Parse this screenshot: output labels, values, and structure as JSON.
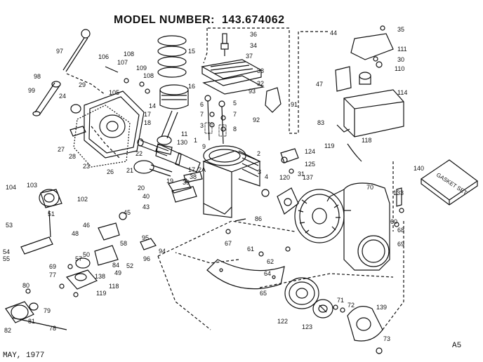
{
  "header": {
    "label": "MODEL NUMBER:",
    "model": "143.674062"
  },
  "footer": {
    "date": "MAY, 1977",
    "code": "A5"
  },
  "manual_label": "GASKET SET",
  "callouts": [
    "97",
    "98",
    "99",
    "24",
    "29",
    "106",
    "107",
    "108",
    "109",
    "108",
    "105",
    "15",
    "16",
    "14",
    "17",
    "18",
    "6",
    "7",
    "3",
    "7",
    "8",
    "5",
    "11",
    "130",
    "1",
    "9",
    "2",
    "22",
    "21",
    "23",
    "26",
    "27",
    "28",
    "36",
    "34",
    "37",
    "33",
    "32",
    "93",
    "91",
    "92",
    "44",
    "35",
    "111",
    "30",
    "110",
    "47",
    "114",
    "83",
    "119",
    "118",
    "124",
    "125",
    "31",
    "120",
    "4",
    "3",
    "17",
    "2A",
    "38",
    "39",
    "19",
    "20",
    "40",
    "43",
    "104",
    "103",
    "102",
    "51",
    "45",
    "48",
    "46",
    "50",
    "49",
    "52",
    "53",
    "54",
    "55",
    "57",
    "58",
    "84",
    "138",
    "118",
    "119",
    "69",
    "77",
    "80",
    "81",
    "79",
    "82",
    "78",
    "95",
    "94",
    "96",
    "86",
    "67",
    "61",
    "62",
    "64",
    "65",
    "140",
    "133",
    "70",
    "60",
    "68",
    "69",
    "122",
    "123",
    "71",
    "72",
    "73",
    "139",
    "137"
  ]
}
